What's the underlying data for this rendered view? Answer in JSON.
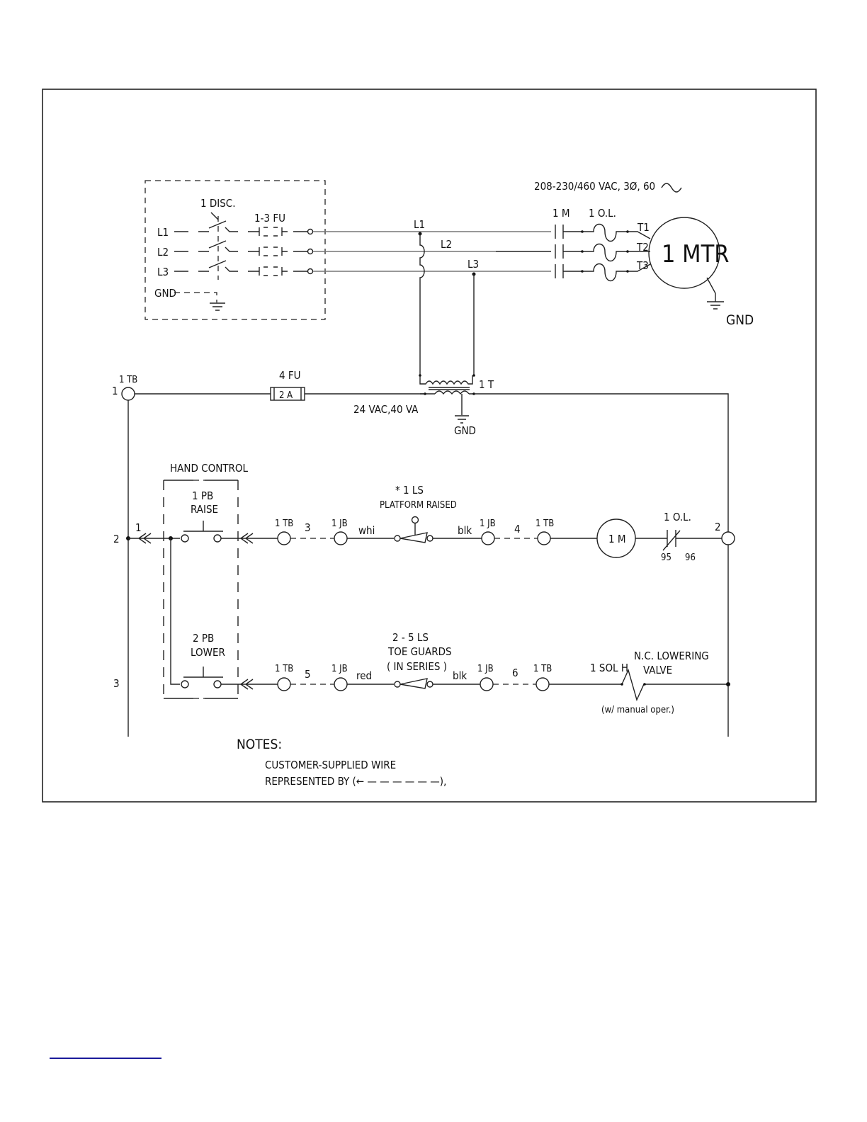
{
  "diagram": {
    "type": "electrical-wiring-schematic",
    "power_box": {
      "disconnect_label": "1 DISC.",
      "fuses_label": "1-3 FU",
      "inputs": [
        "L1",
        "L2",
        "L3",
        "GND"
      ]
    },
    "supply_label": "208-230/460 VAC, 3Ø, 60",
    "supply_symbol": "~",
    "contactor_label": "1 M",
    "overload_label": "1 O.L.",
    "bus_labels": [
      "L1",
      "L2",
      "L3"
    ],
    "motor": {
      "label": "1 MTR",
      "terminals": [
        "T1",
        "T2",
        "T3"
      ],
      "ground_label": "GND"
    },
    "control_supply": {
      "terminal_block_label": "1 TB",
      "line_number": "1",
      "fuse_label": "4 FU",
      "fuse_rating": "2 A",
      "transformer_label": "1 T",
      "transformer_rating": "24 VAC,40 VA",
      "ground_label": "GND"
    },
    "hand_control": {
      "title": "HAND CONTROL",
      "raise_button": [
        "1 PB",
        "RAISE"
      ],
      "lower_button": [
        "2 PB",
        "LOWER"
      ]
    },
    "rung_numbers": [
      "1",
      "2",
      "3"
    ],
    "rung2": {
      "wire_in": "1",
      "tb1": "1 TB",
      "wire_a": "3",
      "jb1": "1 JB",
      "color_a": "whi",
      "switch_label": [
        "* 1 LS",
        "PLATFORM RAISED"
      ],
      "color_b": "blk",
      "jb2": "1 JB",
      "wire_b": "4",
      "tb2": "1 TB",
      "coil_label": "1 M",
      "ol_contact_label": "1 O.L.",
      "ol_terminals": [
        "95",
        "96"
      ],
      "end_wire": "2"
    },
    "rung3": {
      "tb1": "1 TB",
      "wire_a": "5",
      "jb1": "1 JB",
      "color_a": "red",
      "switch_label": [
        "2 - 5 LS",
        "TOE GUARDS",
        "( IN SERIES )"
      ],
      "color_b": "blk",
      "jb2": "1 JB",
      "wire_b": "6",
      "tb2": "1 TB",
      "solenoid_label": "1 SOL H",
      "valve_label": [
        "N.C. LOWERING",
        "VALVE"
      ],
      "valve_note": "(w/ manual oper.)"
    },
    "notes": {
      "title": "NOTES:",
      "lines": [
        "CUSTOMER-SUPPLIED WIRE",
        "REPRESENTED BY (← — — — — — —),"
      ]
    }
  },
  "colors": {
    "line": "#222222",
    "footer_link": "#1a1a9a"
  }
}
